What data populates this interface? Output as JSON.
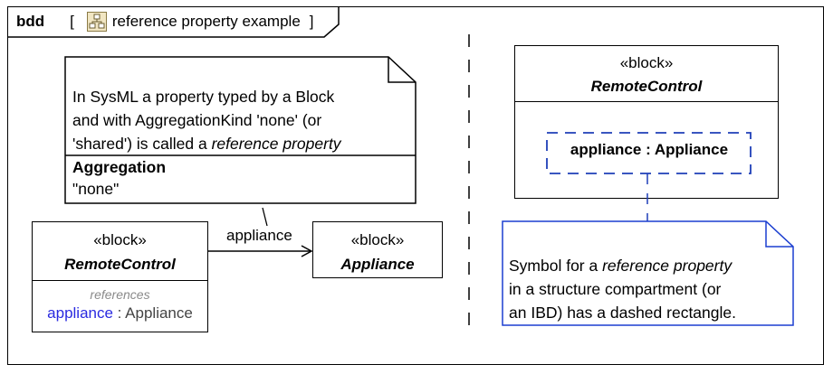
{
  "diagram": {
    "kind": "bdd",
    "open_bracket": "[",
    "close_bracket": "]",
    "name": "reference property example",
    "icon": "block-definition-diagram-icon"
  },
  "left_note": {
    "line1": "In SysML a property typed by a Block",
    "line2": "and with AggregationKind 'none' (or",
    "line3_plain": "'shared') is called a ",
    "line3_italic": "reference property",
    "section_title": "Aggregation",
    "section_value": "\"none\""
  },
  "left_block_source": {
    "stereotype": "«block»",
    "name": "RemoteControl",
    "compartment_label": "references",
    "property_name": "appliance",
    "property_sep": " : ",
    "property_type": "Appliance"
  },
  "association": {
    "role_label": "appliance"
  },
  "left_block_target": {
    "stereotype": "«block»",
    "name": "Appliance"
  },
  "right_block": {
    "stereotype": "«block»",
    "name": "RemoteControl",
    "part_label": "appliance : Appliance"
  },
  "right_note": {
    "line1_plain": "Symbol for a ",
    "line1_italic": "reference property",
    "line2": "in a structure compartment (or",
    "line3": "an IBD) has a dashed rectangle."
  },
  "colors": {
    "property_blue": "#2a2ae0",
    "note_blue_border": "#1c3fd0",
    "dashed_blue": "#1f3fb8",
    "icon_fill": "#f1e6c3"
  }
}
